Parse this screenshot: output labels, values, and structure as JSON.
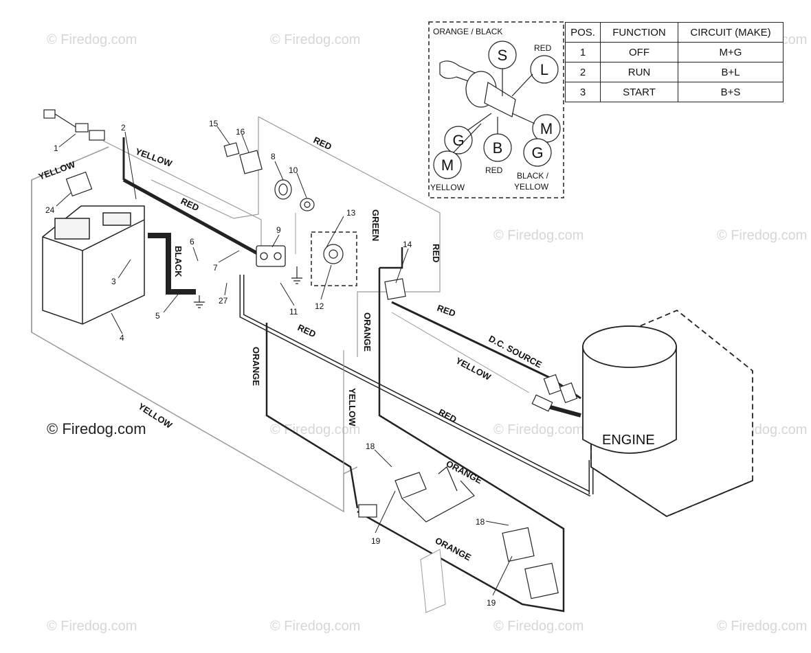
{
  "watermark": "© Firedog.com",
  "copyright": "© Firedog.com",
  "switch_table": {
    "headers": [
      "POS.",
      "FUNCTION",
      "CIRCUIT (MAKE)"
    ],
    "rows": [
      [
        "1",
        "OFF",
        "M+G"
      ],
      [
        "2",
        "RUN",
        "B+L"
      ],
      [
        "3",
        "START",
        "B+S"
      ]
    ]
  },
  "switch_inset": {
    "labels": [
      "ORANGE / BLACK",
      "RED",
      "RED",
      "YELLOW",
      "BLACK /",
      "YELLOW"
    ],
    "terminals": [
      "S",
      "L",
      "M",
      "G",
      "B",
      "M",
      "G"
    ]
  },
  "wire_labels": [
    "YELLOW",
    "YELLOW",
    "RED",
    "BLACK",
    "RED",
    "GREEN",
    "RED",
    "RED",
    "ORANGE",
    "RED",
    "ORANGE",
    "YELLOW",
    "YELLOW",
    "D.C. SOURCE",
    "RED",
    "ORANGE",
    "ORANGE",
    "YELLOW"
  ],
  "engine_label": "ENGINE",
  "callouts": [
    "1",
    "2",
    "3",
    "4",
    "5",
    "6",
    "7",
    "8",
    "9",
    "10",
    "11",
    "12",
    "13",
    "14",
    "15",
    "16",
    "18",
    "18",
    "19",
    "19",
    "24",
    "27"
  ]
}
